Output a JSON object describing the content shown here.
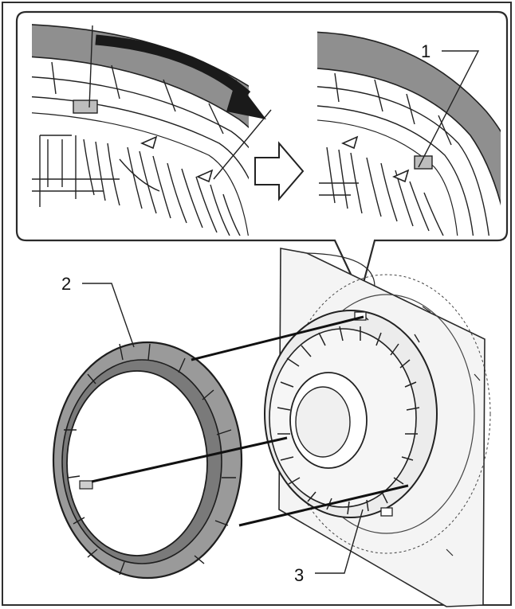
{
  "callouts": [
    {
      "id": "1",
      "label": "1"
    },
    {
      "id": "2",
      "label": "2"
    },
    {
      "id": "3",
      "label": "3"
    }
  ],
  "colors": {
    "line": "#1e1e1e",
    "ring_fill": "#9d9d9d",
    "ring_dark": "#6f6f6f",
    "inset_bg": "#ffffff",
    "mount_fill": "#f2f2f2"
  },
  "icons": [
    "rotation-arrow-icon",
    "right-arrow-icon",
    "alignment-triangle-icon"
  ]
}
